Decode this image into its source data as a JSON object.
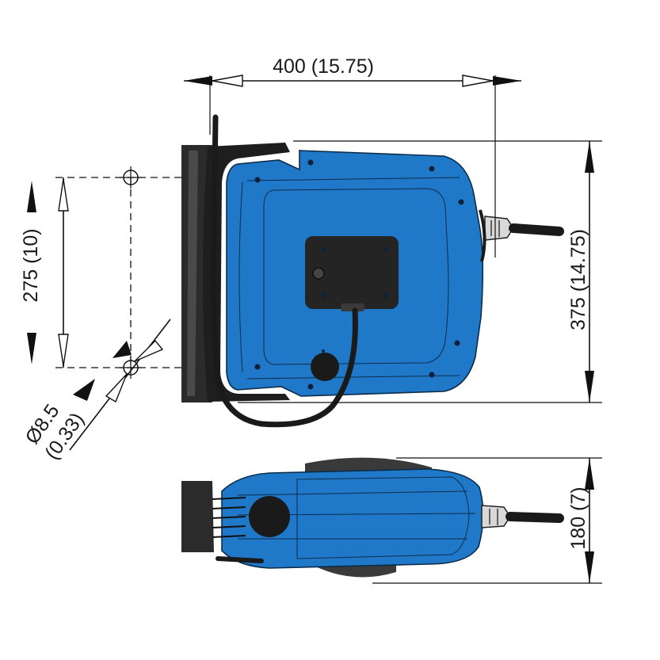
{
  "dimensions": {
    "width": "400 (15.75)",
    "height": "375 (14.75)",
    "mount_spacing": "275 (10)",
    "hole_diameter_main": "Ø8.5",
    "hole_diameter_sub": "(0.33)",
    "depth": "180 (7)"
  },
  "colors": {
    "body_blue": "#1f78c8",
    "body_blue_light": "#3a95e0",
    "dark": "#1b1b1b",
    "bracket_grey": "#3a3a3a"
  }
}
